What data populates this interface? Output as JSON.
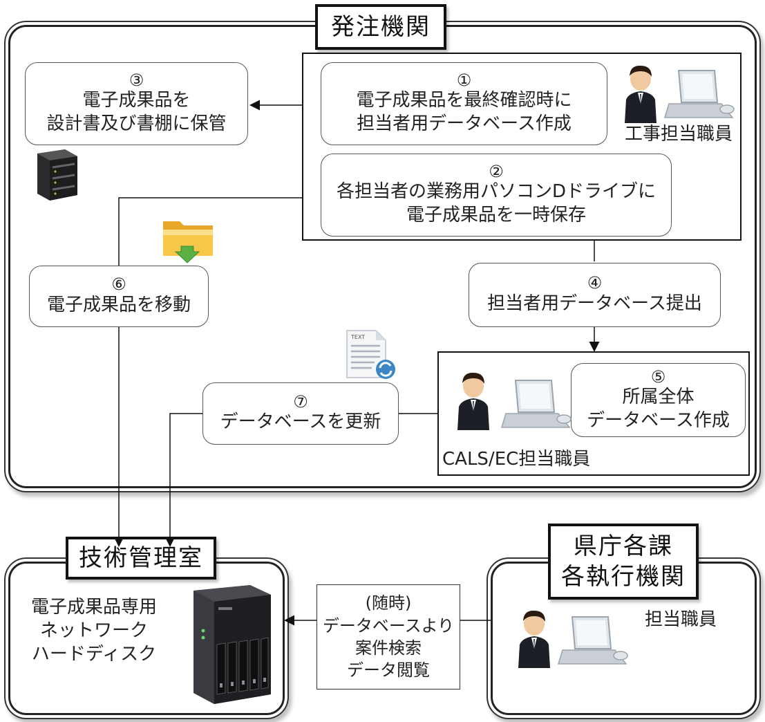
{
  "regions": {
    "ordering": {
      "title": "発注機関"
    },
    "tech_room": {
      "title": "技術管理室"
    },
    "prefecture": {
      "title_line1": "県庁各課",
      "title_line2": "各執行機関"
    }
  },
  "steps": {
    "s1": {
      "num": "①",
      "line1": "電子成果品を最終確認時に",
      "line2": "担当者用データベース作成"
    },
    "s2": {
      "num": "②",
      "line1": "各担当者の業務用パソコンDドライブに",
      "line2": "電子成果品を一時保存"
    },
    "s3": {
      "num": "③",
      "line1": "電子成果品を",
      "line2": "設計書及び書棚に保管"
    },
    "s4": {
      "num": "④",
      "line1": "担当者用データベース提出"
    },
    "s5": {
      "num": "⑤",
      "line1": "所属全体",
      "line2": "データベース作成"
    },
    "s6": {
      "num": "⑥",
      "line1": "電子成果品を移動"
    },
    "s7": {
      "num": "⑦",
      "line1": "データベースを更新"
    }
  },
  "labels": {
    "construction_staff": "工事担当職員",
    "cals_staff": "CALS/EC担当職員",
    "staff": "担当職員",
    "nas_line1": "電子成果品専用",
    "nas_line2": "ネットワーク",
    "nas_line3": "ハードディスク"
  },
  "search_box": {
    "line1": "(随時)",
    "line2": "データベースより",
    "line3": "案件検索",
    "line4": "データ閲覧"
  },
  "icons": [
    "person-icon",
    "laptop-icon",
    "server-icon",
    "folder-download-icon",
    "text-document-refresh-icon",
    "nas-icon"
  ]
}
